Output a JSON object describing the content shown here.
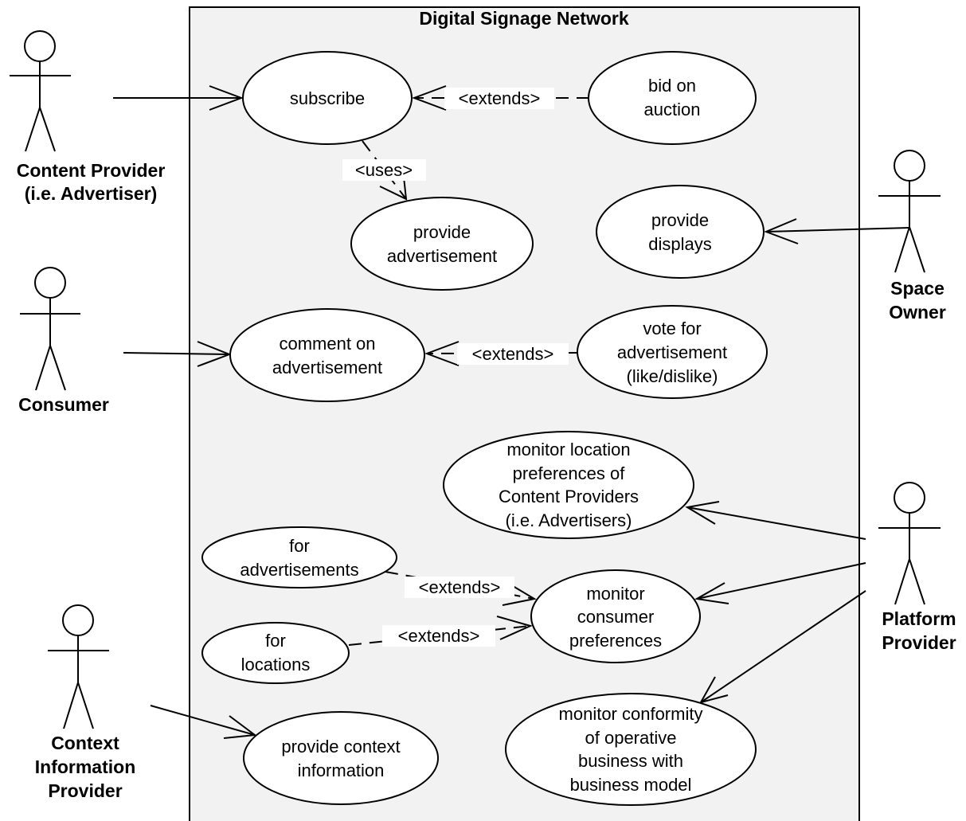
{
  "system": {
    "title": "Digital Signage Network"
  },
  "actors": {
    "content_provider": [
      "Content Provider",
      "(i.e. Advertiser)"
    ],
    "consumer": [
      "Consumer"
    ],
    "context_provider": [
      "Context",
      "Information",
      "Provider"
    ],
    "space_owner": [
      "Space",
      "Owner"
    ],
    "platform_provider": [
      "Platform",
      "Provider"
    ]
  },
  "use_cases": {
    "subscribe": [
      "subscribe"
    ],
    "bid_on_auction": [
      "bid on",
      "auction"
    ],
    "provide_advertisement": [
      "provide",
      "advertisement"
    ],
    "provide_displays": [
      "provide",
      "displays"
    ],
    "comment_on_advertisement": [
      "comment on",
      "advertisement"
    ],
    "vote_for_advertisement": [
      "vote for",
      "advertisement",
      "(like/dislike)"
    ],
    "monitor_location_preferences": [
      "monitor location",
      "preferences of",
      "Content Providers",
      "(i.e. Advertisers)"
    ],
    "for_advertisements": [
      "for",
      "advertisements"
    ],
    "monitor_consumer_preferences": [
      "monitor",
      "consumer",
      "preferences"
    ],
    "for_locations": [
      "for",
      "locations"
    ],
    "provide_context_information": [
      "provide context",
      "information"
    ],
    "monitor_conformity": [
      "monitor conformity",
      "of operative",
      "business with",
      "business model"
    ]
  },
  "relations": {
    "extends_bid": "<extends>",
    "uses_provide_ad": "<uses>",
    "extends_vote": "<extends>",
    "extends_for_ads": "<extends>",
    "extends_for_locations": "<extends>"
  }
}
